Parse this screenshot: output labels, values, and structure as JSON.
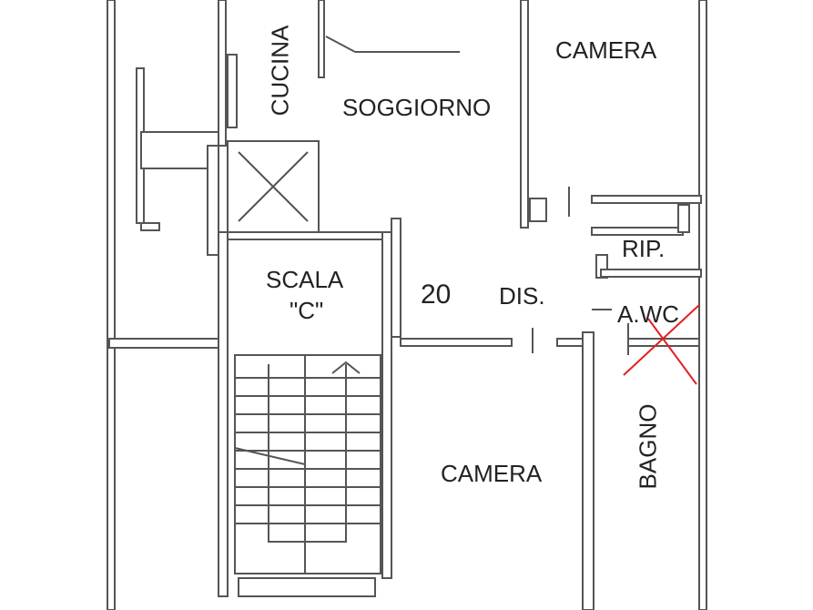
{
  "rooms": {
    "cucina": "CUCINA",
    "soggiorno": "SOGGIORNO",
    "camera_top": "CAMERA",
    "rip": "RIP.",
    "awc": "A.WC",
    "dis": "DIS.",
    "scala_line1": "SCALA",
    "scala_line2": "\"C\"",
    "number": "20",
    "camera_bottom": "CAMERA",
    "bagno": "BAGNO"
  },
  "annotation_mark": {
    "type": "cross",
    "color": "#e02020"
  }
}
